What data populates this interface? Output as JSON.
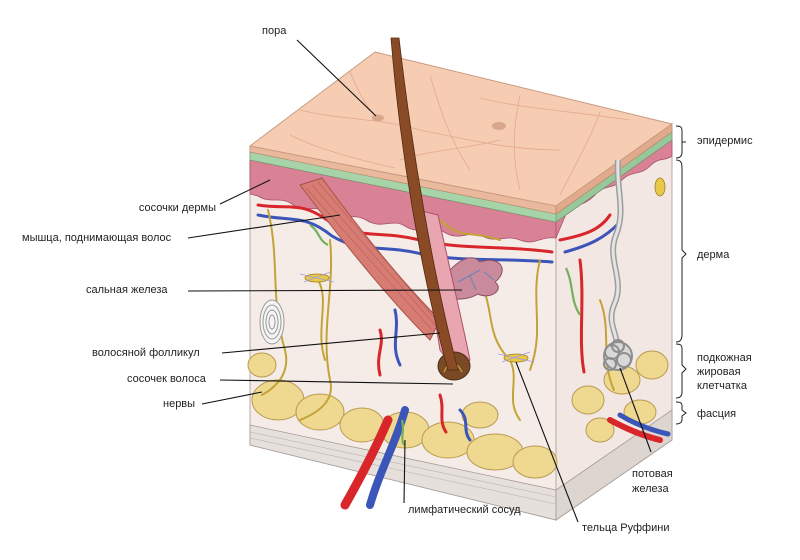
{
  "labels": {
    "pore": "пора",
    "dermal_papillae": "сосочки дермы",
    "arrector_pili": "мышца, поднимающая волос",
    "sebaceous_gland": "сальная железа",
    "hair_follicle": "волосяной фолликул",
    "hair_papilla": "сосочек волоса",
    "nerves": "нервы",
    "lymphatic_vessel": "лимфатический сосуд",
    "ruffini": "тельца Руффини",
    "sweat_gland_l1": "потовая",
    "sweat_gland_l2": "железа",
    "epidermis": "эпидермис",
    "dermis": "дерма",
    "hypodermis_l1": "подкожная",
    "hypodermis_l2": "жировая",
    "hypodermis_l3": "клетчатка",
    "fascia": "фасция"
  },
  "colors": {
    "epidermis": "#f6cdb3",
    "epidermis_side": "#eab89c",
    "dermis": "#f5ece8",
    "papillary": "#d98296",
    "fat": "#efd890",
    "fat_edge": "#b89a50",
    "fascia": "#e6e0dc",
    "artery": "#d8262b",
    "vein": "#3c55b8",
    "nerve": "#c3a338",
    "lymph": "#73b15a",
    "hair": "#8a4a26",
    "muscle": "#d77c72",
    "gland": "#c98a9c"
  }
}
